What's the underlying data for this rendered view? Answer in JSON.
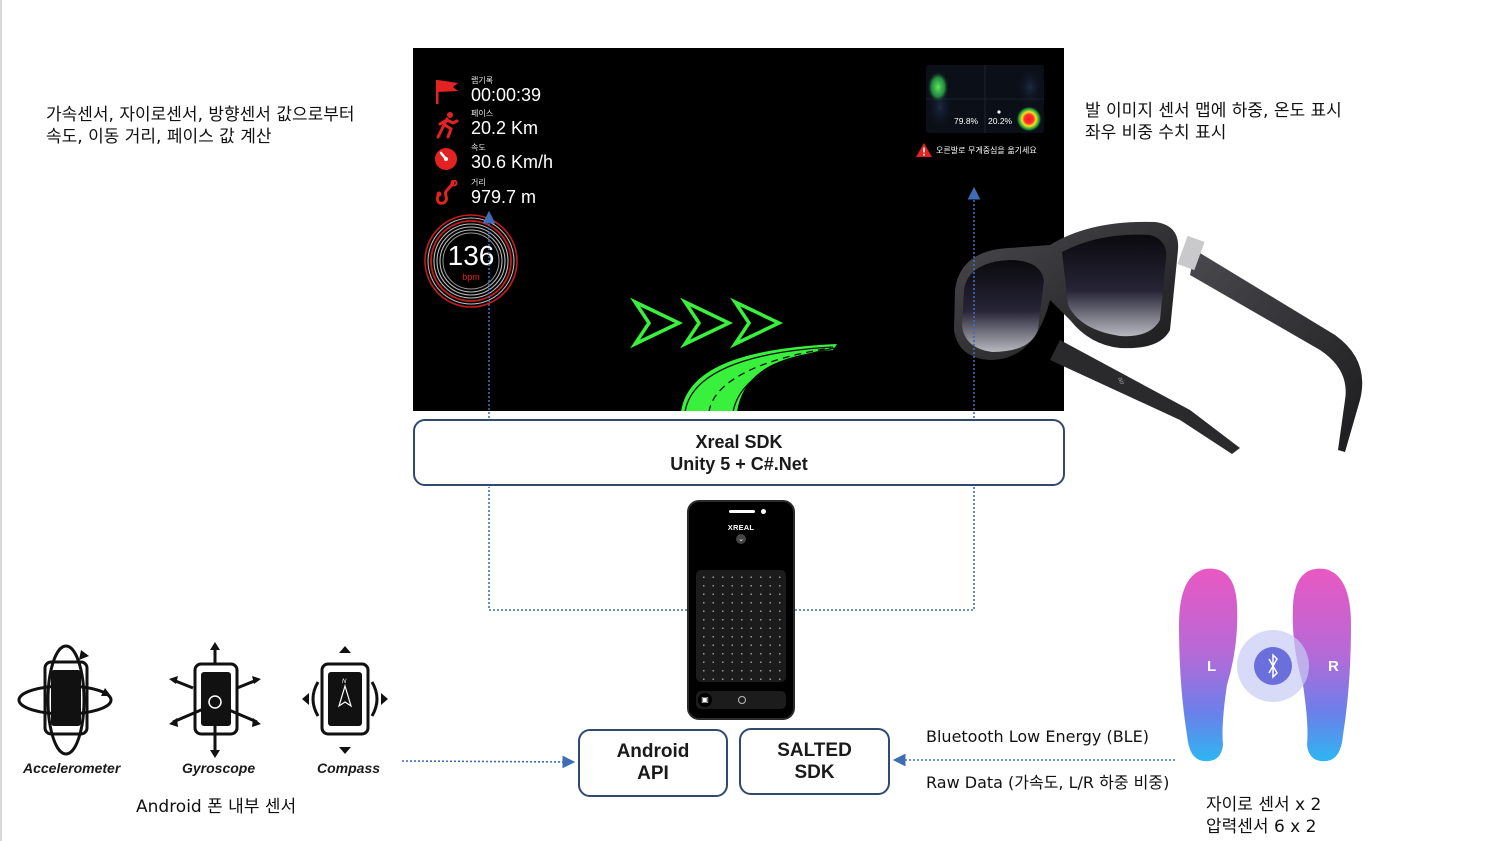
{
  "diagram": {
    "title": "Xreal AR running system architecture",
    "colors": {
      "box_border": "#2f4a6d",
      "connector": "#3e6db5",
      "hud_accent_red": "#e32222",
      "hud_green": "#39f03d",
      "insole_pink": "#e85bc6",
      "insole_blue": "#3aa0f0"
    }
  },
  "annotations": {
    "left_top": {
      "line1": "가속센서, 자이로센서, 방향센서 값으로부터",
      "line2": "속도, 이동 거리, 페이스 값 계산"
    },
    "right_top": {
      "line1": "발 이미지 센서 맵에 하중, 온도 표시",
      "line2": "좌우 비중 수치 표시"
    },
    "android_sensors_caption": "Android 폰 내부 센서",
    "insole_caption": {
      "line1": "자이로 센서 x 2",
      "line2": "압력센서 6 x 2"
    },
    "ble_label": "Bluetooth Low Energy (BLE)",
    "raw_data_label": "Raw Data (가속도, L/R 하중 비중)"
  },
  "hud": {
    "stats": [
      {
        "icon": "flag-icon",
        "label": "랩기록",
        "value": "00:00:39"
      },
      {
        "icon": "runner-icon",
        "label": "페이스",
        "value": "20.2 Km"
      },
      {
        "icon": "speedometer-icon",
        "label": "속도",
        "value": "30.6 Km/h"
      },
      {
        "icon": "route-icon",
        "label": "거리",
        "value": "979.7 m"
      }
    ],
    "heart_rate": {
      "value": "136",
      "unit": "bpm"
    },
    "foot_map": {
      "left_pct": "79.8%",
      "right_pct": "20.2%",
      "warning": "오른발로 무게중심을 옮기세요"
    }
  },
  "boxes": {
    "xreal_sdk": {
      "line1": "Xreal SDK",
      "line2": "Unity 5 + C#.Net"
    },
    "android_api": {
      "line1": "Android",
      "line2": "API"
    },
    "salted_sdk": {
      "line1": "SALTED",
      "line2": "SDK"
    }
  },
  "phone": {
    "brand": "XREAL"
  },
  "sensors": [
    {
      "icon": "accelerometer-icon",
      "label": "Accelerometer"
    },
    {
      "icon": "gyroscope-icon",
      "label": "Gyroscope"
    },
    {
      "icon": "compass-icon",
      "label": "Compass"
    }
  ],
  "insoles": {
    "left_label": "L",
    "right_label": "R",
    "connection_icon": "bluetooth-icon"
  }
}
